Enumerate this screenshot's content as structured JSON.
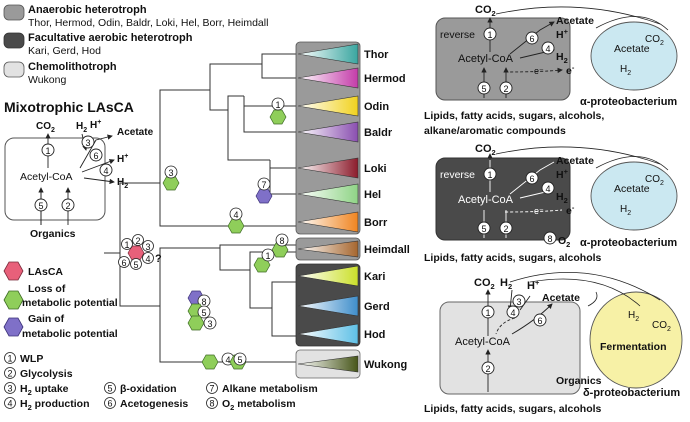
{
  "legend_top": {
    "anaerobic_title": "Anaerobic heterotroph",
    "anaerobic_members": "Thor, Hermod, Odin, Baldr, Loki, Hel, Borr, Heimdall",
    "facultative_title": "Facultative aerobic heterotroph",
    "facultative_members": "Kari, Gerd, Hod",
    "chemo_title": "Chemolithotroph",
    "chemo_members": "Wukong",
    "colors": {
      "anaerobic": "#9a9a9a",
      "facultative": "#4a4a4a",
      "chemo": "#e2e2e2"
    }
  },
  "lasca": {
    "title": "Mixotrophic LAsCA",
    "co2": "CO",
    "co2_sub": "2",
    "h2": "H",
    "h2_sub": "2",
    "hplus": "H",
    "hplus_sup": "+",
    "acetate": "Acetate",
    "hplus2": "H",
    "hplus2_sup": "+",
    "h2b": "H",
    "h2b_sub": "2",
    "acetyl": "Acetyl-CoA",
    "organics": "Organics",
    "n1": "1",
    "n2": "2",
    "n3": "3",
    "n4": "4",
    "n5": "5",
    "n6": "6"
  },
  "markers": {
    "lasca_label": "LAsCA",
    "loss_label_1": "Loss of",
    "loss_label_2": "metabolic potential",
    "gain_label_1": "Gain of",
    "gain_label_2": "metabolic potential",
    "colors": {
      "lasca": "#e8607a",
      "loss": "#8fce5a",
      "gain": "#7f70c8"
    }
  },
  "tree": {
    "node_root": [
      "1",
      "2",
      "3",
      "6",
      "5",
      "4"
    ],
    "root_q": "?",
    "n_odin": "1",
    "n_asgard": "3",
    "n_hel": "7",
    "n_borr": "4",
    "n_heimdall": "8",
    "n_kari": "1",
    "n_gerd_a": "8",
    "n_gerd_b": "5",
    "n_gerd_c": "3",
    "n_wukong_a": "4",
    "n_wukong_b": "5"
  },
  "taxa": [
    {
      "name": "Thor",
      "color": "#3aa6a0"
    },
    {
      "name": "Hermod",
      "color": "#c43ca9"
    },
    {
      "name": "Odin",
      "color": "#f1d21e"
    },
    {
      "name": "Baldr",
      "color": "#8a4fb0"
    },
    {
      "name": "Loki",
      "color": "#8c1c2c"
    },
    {
      "name": "Hel",
      "color": "#8fd486"
    },
    {
      "name": "Borr",
      "color": "#f08520"
    },
    {
      "name": "Heimdall",
      "color": "#a6662e"
    },
    {
      "name": "Kari",
      "color": "#cbe02a"
    },
    {
      "name": "Gerd",
      "color": "#3f8ecb"
    },
    {
      "name": "Hod",
      "color": "#5ec0e6"
    },
    {
      "name": "Wukong",
      "color": "#47561a"
    }
  ],
  "pathways": [
    {
      "num": "1",
      "label": "WLP"
    },
    {
      "num": "2",
      "label": "Glycolysis"
    },
    {
      "num": "3",
      "label": "H",
      "sub": "2",
      "tail": " uptake"
    },
    {
      "num": "4",
      "label": "H",
      "sub": "2",
      "tail": " production"
    },
    {
      "num": "5",
      "label": "β-oxidation"
    },
    {
      "num": "6",
      "label": "Acetogenesis"
    },
    {
      "num": "7",
      "label": "Alkane metabolism"
    },
    {
      "num": "8",
      "label": "O",
      "sub": "2",
      "tail": " metabolism"
    }
  ],
  "panel_a": {
    "co2": "CO",
    "co2_sub": "2",
    "reverse": "reverse",
    "acetate": "Acetate",
    "hplus": "H",
    "hplus_sup": "+",
    "h2": "H",
    "h2_sub": "2",
    "e": "e",
    "e_sup": "-",
    "acetyl": "Acetyl-CoA",
    "partner_acetate": "Acetate",
    "partner_co2": "CO",
    "partner_co2_sub": "2",
    "partner_h2": "H",
    "partner_h2_sub": "2",
    "partner_name": "α-proteobacterium",
    "substrates_1": "Lipids, fatty acids, sugars, alcohols,",
    "substrates_2": "alkane/aromatic compounds",
    "n1": "1",
    "n6": "6",
    "n4": "4",
    "n5": "5",
    "n2": "2"
  },
  "panel_b": {
    "co2": "CO",
    "co2_sub": "2",
    "reverse": "reverse",
    "acetate": "Acetate",
    "hplus": "H",
    "hplus_sup": "+",
    "h2": "H",
    "h2_sub": "2",
    "e": "e",
    "e_sup": "-",
    "acetyl": "Acetyl-CoA",
    "o2": "O",
    "o2_sub": "2",
    "partner_acetate": "Acetate",
    "partner_co2": "CO",
    "partner_co2_sub": "2",
    "partner_h2": "H",
    "partner_h2_sub": "2",
    "partner_name": "α-proteobacterium",
    "substrates": "Lipids, fatty acids, sugars, alcohols",
    "n1": "1",
    "n6": "6",
    "n4": "4",
    "n5": "5",
    "n2": "2",
    "n8": "8"
  },
  "panel_c": {
    "co2": "CO",
    "co2_sub": "2",
    "h2": "H",
    "h2_sub": "2",
    "hplus": "H",
    "hplus_sup": "+",
    "acetate": "Acetate",
    "acetyl": "Acetyl-CoA",
    "partner_h2": "H",
    "partner_h2_sub": "2",
    "partner_co2": "CO",
    "partner_co2_sub": "2",
    "fermentation": "Fermentation",
    "organics": "Organics",
    "partner_name": "δ-proteobacterium",
    "substrates": "Lipids, fatty acids, sugars, alcohols",
    "n1": "1",
    "n3": "3",
    "n4": "4",
    "n6": "6",
    "n2": "2"
  }
}
